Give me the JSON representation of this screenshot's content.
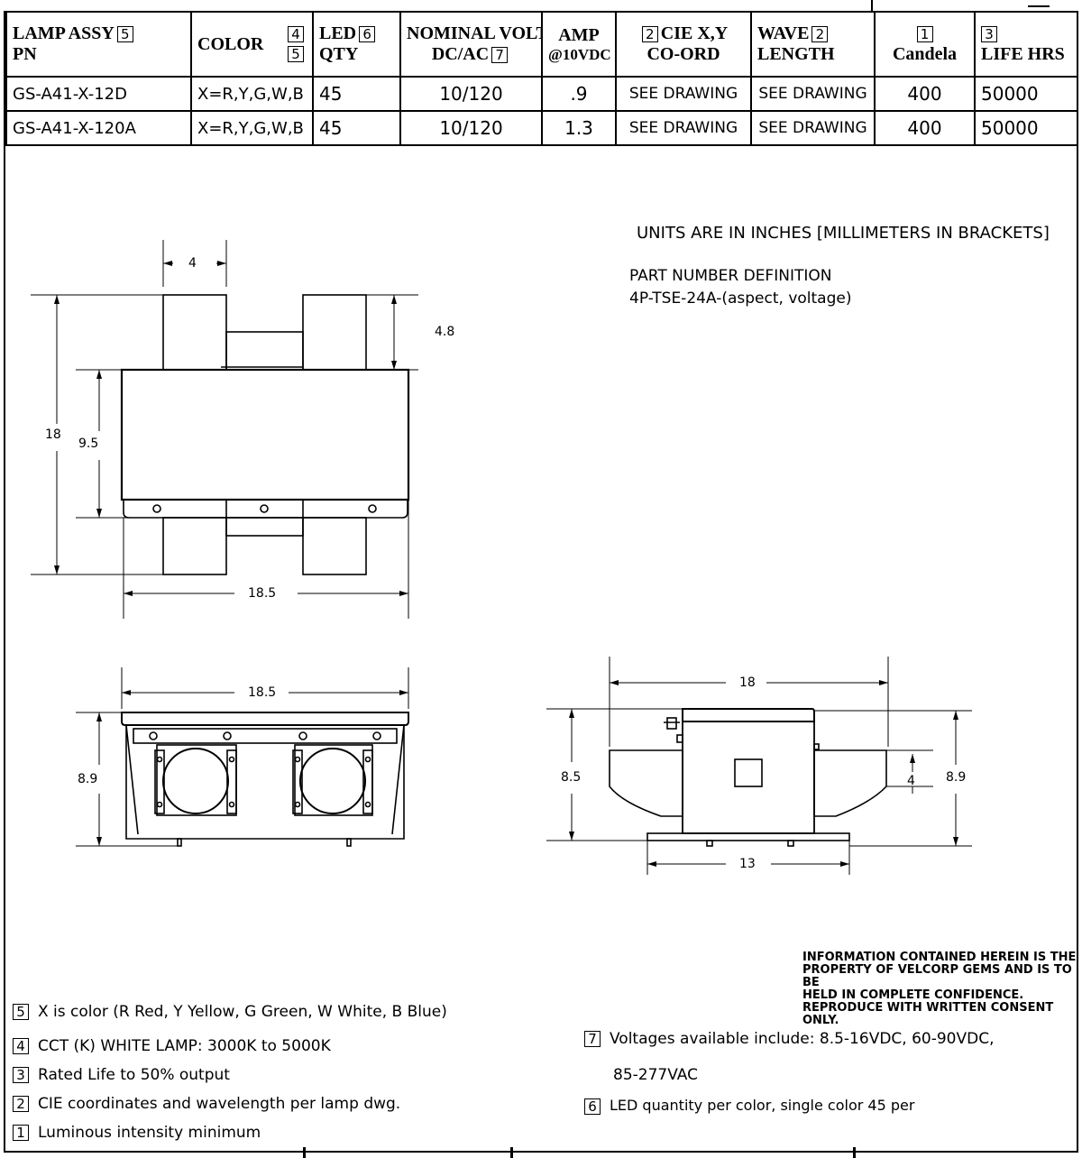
{
  "table": {
    "headers": {
      "pn": {
        "line1": "LAMP ASSY",
        "box1": "5",
        "line2": "PN"
      },
      "color": {
        "label": "COLOR",
        "box1": "4",
        "box2": "5"
      },
      "led": {
        "line1": "LED",
        "box1": "6",
        "line2": "QTY"
      },
      "volts": {
        "line1": "NOMINAL VOLTS",
        "line2": "DC/AC",
        "box1": "7"
      },
      "amp": {
        "line1": "AMP",
        "line2": "@10VDC"
      },
      "cie": {
        "box1": "2",
        "line1": "CIE X,Y",
        "line2": "CO-ORD"
      },
      "wave": {
        "line1": "WAVE",
        "box1": "2",
        "line2": "LENGTH"
      },
      "candela": {
        "box1": "1",
        "line2": "Candela"
      },
      "life": {
        "box1": "3",
        "line2": "LIFE HRS"
      }
    },
    "rows": [
      {
        "pn": "GS-A41-X-12D",
        "color": "X=R,Y,G,W,B",
        "led": "45",
        "volts": "10/120",
        "amp": ".9",
        "cie": "SEE DRAWING",
        "wave": "SEE DRAWING",
        "candela": "400",
        "life": "50000"
      },
      {
        "pn": "GS-A41-X-120A",
        "color": "X=R,Y,G,W,B",
        "led": "45",
        "volts": "10/120",
        "amp": "1.3",
        "cie": "SEE DRAWING",
        "wave": "SEE DRAWING",
        "candela": "400",
        "life": "50000"
      }
    ]
  },
  "units_text": "UNITS ARE IN INCHES [MILLIMETERS IN BRACKETS]",
  "part_number": {
    "title": "PART NUMBER DEFINITION",
    "value": "4P-TSE-24A-(aspect, voltage)"
  },
  "dimensions": {
    "top_width": "4",
    "top_height": "4.8",
    "overall_height": "18",
    "body_height": "9.5",
    "top_view_width": "18.5",
    "front_width": "18.5",
    "front_height": "8.9",
    "side_width": "18",
    "side_left_height": "8.5",
    "side_mid_height": "4",
    "side_right_height": "8.9",
    "side_base_width": "13"
  },
  "confidential": [
    "INFORMATION CONTAINED HEREIN IS THE",
    "PROPERTY OF VELCORP GEMS AND IS TO BE",
    "HELD IN COMPLETE CONFIDENCE.",
    "REPRODUCE WITH WRITTEN CONSENT ONLY."
  ],
  "notes_left": [
    {
      "num": "5",
      "text": "X is color (R Red, Y Yellow, G Green, W White, B Blue)"
    },
    {
      "num": "4",
      "text": "CCT (K) WHITE LAMP:  3000K to 5000K"
    },
    {
      "num": "3",
      "text": "Rated Life to 50% output"
    },
    {
      "num": "2",
      "text": "CIE coordinates and wavelength per lamp dwg."
    },
    {
      "num": "1",
      "text": "Luminous intensity minimum"
    }
  ],
  "notes_right": [
    {
      "num": "7",
      "text": "Voltages available include: 8.5-16VDC, 60-90VDC,",
      "cont": "85-277VAC"
    },
    {
      "num": "6",
      "text": "LED quantity per color, single color 45 per"
    }
  ]
}
